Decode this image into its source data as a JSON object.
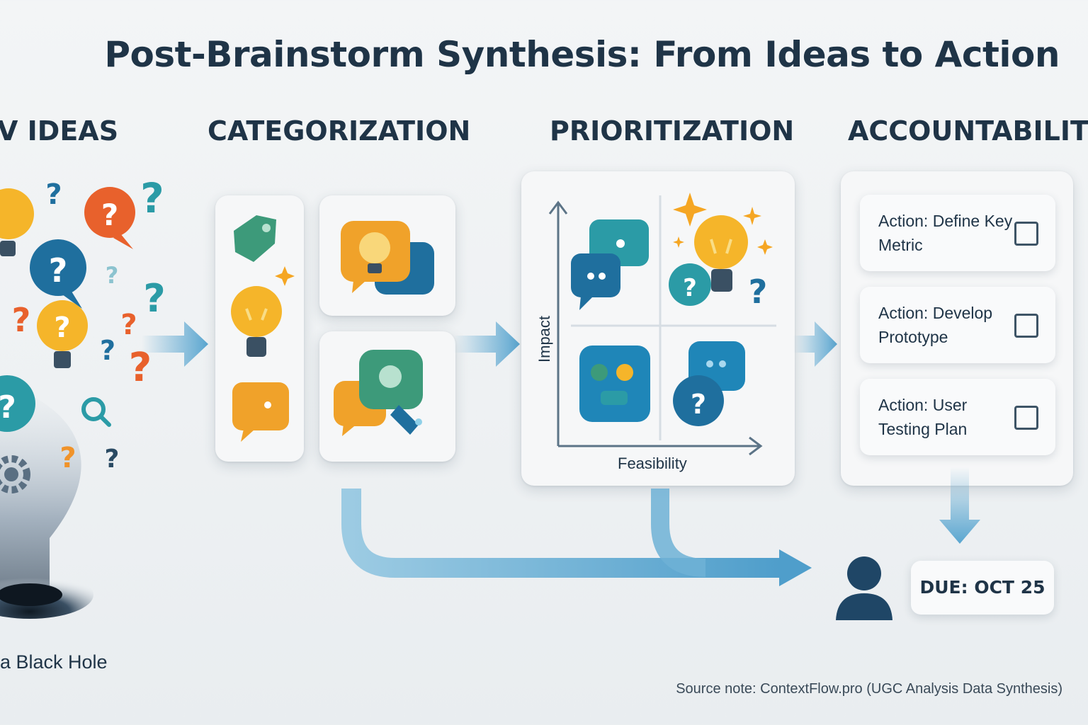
{
  "title": "Post-Brainstorm Synthesis: From Ideas to Action",
  "stages": {
    "raw_ideas": "V IDEAS",
    "categorization": "CATEGORIZATION",
    "prioritization": "PRIORITIZATION",
    "accountability": "ACCOUNTABILITY"
  },
  "raw_ideas_caption": "a Black Hole",
  "matrix": {
    "y_label": "Impact",
    "x_label": "Feasibility"
  },
  "actions": [
    {
      "label": "Action: Define Key Metric"
    },
    {
      "label": "Action: Develop Prototype"
    },
    {
      "label": "Action: User Testing Plan"
    }
  ],
  "due": "DUE: OCT 25",
  "source_note": "Source note:  ContextFlow.pro (UGC Analysis Data Synthesis)",
  "glyphs": {
    "question": "?"
  },
  "colors": {
    "title": "#1f3447",
    "arrow": "#5aa6d0",
    "yellow": "#f5b52a",
    "orange": "#f0932a",
    "red_orange": "#e8612c",
    "teal": "#2b9ba6",
    "blue": "#1f6f9e",
    "green": "#3d9a7a"
  },
  "icons": [
    "lightbulb-icon",
    "question-bubble-icon",
    "chat-bubble-icon",
    "tag-icon",
    "gear-icon",
    "magnifier-icon",
    "sparkle-icon",
    "person-icon",
    "checkbox-icon"
  ]
}
